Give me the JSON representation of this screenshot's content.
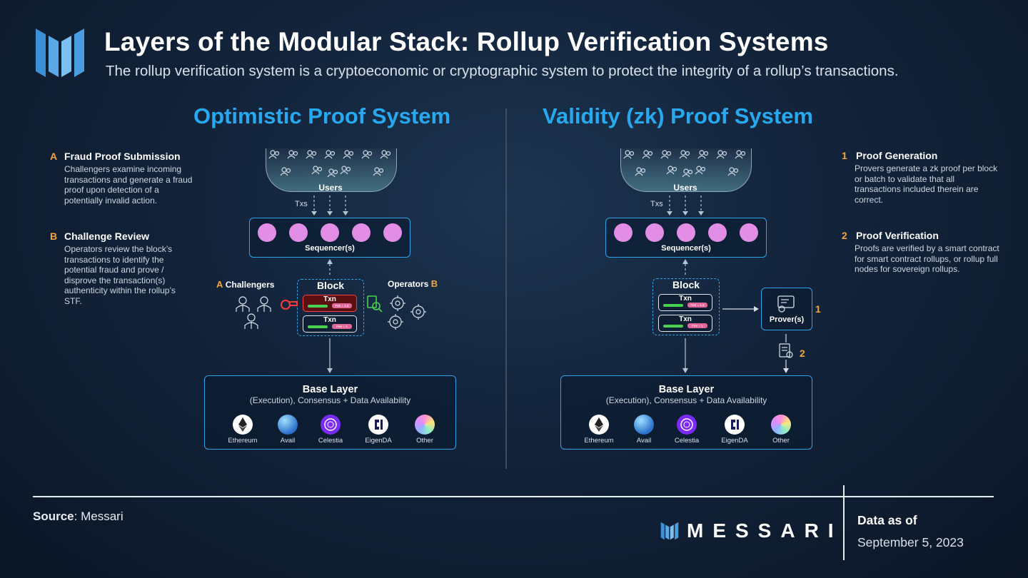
{
  "header": {
    "title": "Layers of the Modular Stack: Rollup Verification Systems",
    "subtitle": "The rollup verification system is a cryptoeconomic or cryptographic system to protect the integrity of a rollup’s transactions."
  },
  "optimistic": {
    "title": "Optimistic Proof System",
    "steps": [
      {
        "letter": "A",
        "heading": "Fraud Proof Submission",
        "body": "Challengers examine incoming transactions and generate a fraud proof upon detection of a potentially invalid action."
      },
      {
        "letter": "B",
        "heading": "Challenge Review",
        "body": "Operators review the block’s transactions to identify the potential fraud and prove / disprove the transaction(s) authenticity within the rollup’s STF."
      }
    ],
    "challengers_letter": "A",
    "challengers_label": "Challengers",
    "operators_label": "Operators",
    "operators_letter": "B"
  },
  "validity": {
    "title": "Validity (zk) Proof System",
    "steps": [
      {
        "letter": "1",
        "heading": "Proof Generation",
        "body": "Provers generate a zk proof per block or batch to validate that all transactions included therein are correct."
      },
      {
        "letter": "2",
        "heading": "Proof Verification",
        "body": "Proofs are verified by a smart contract for smart contract rollups, or rollup full nodes for sovereign rollups."
      }
    ],
    "prover_label": "Prover(s)",
    "marker_1": "1",
    "marker_2": "2"
  },
  "diagram": {
    "users_label": "Users",
    "txs_label": "Txs",
    "sequencer_label": "Sequencer(s)",
    "block_label": "Block",
    "txn_label": "Txn",
    "fee_high": "Fee = 1.5",
    "fee_low": "Fee = 1",
    "base_title": "Base Layer",
    "base_sub": "(Execution), Consensus + Data Availability",
    "chains": [
      "Ethereum",
      "Avail",
      "Celestia",
      "EigenDA",
      "Other"
    ]
  },
  "colors": {
    "accent_blue": "#27a9f0",
    "step_orange": "#f2a63b",
    "sequencer_dot": "#e38ee6",
    "fraud_red": "#ff3b3b",
    "valid_green": "#48d14f"
  },
  "footer": {
    "source_label": "Source",
    "source_value": ": Messari",
    "brand": "MESSARI",
    "data_as_label": "Data as of",
    "date": "September 5, 2023"
  }
}
